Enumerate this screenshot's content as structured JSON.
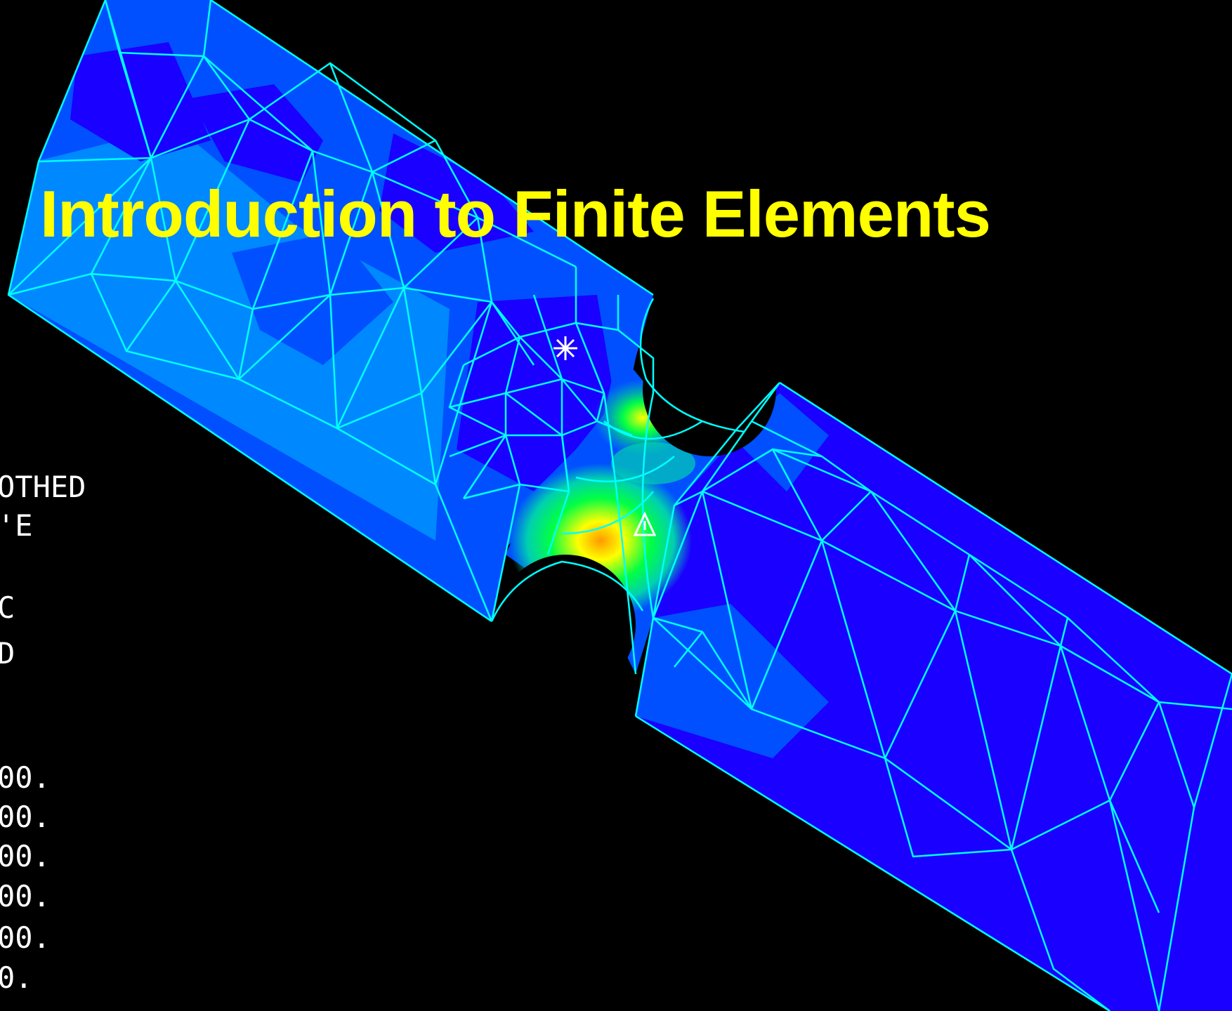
{
  "title": "Introduction to Finite Elements",
  "legend_lines": [
    "OTHED",
    "'E",
    "C",
    "D",
    "00.",
    "00.",
    "00.",
    "00.",
    "00.",
    "0.",
    "."
  ],
  "colors": {
    "background": "#000000",
    "title": "#ffff00",
    "mesh_lines": "#00ffff",
    "contour_low": "#1a00ff",
    "contour_mid_low": "#0050ff",
    "contour_mid": "#0088ff",
    "contour_teal": "#00d0b0",
    "contour_green": "#00ff44",
    "contour_yellow": "#ffff00",
    "contour_orange": "#ff9900",
    "legend_text": "#ffffff"
  },
  "markers": [
    "max-marker-icon",
    "min-marker-icon"
  ]
}
